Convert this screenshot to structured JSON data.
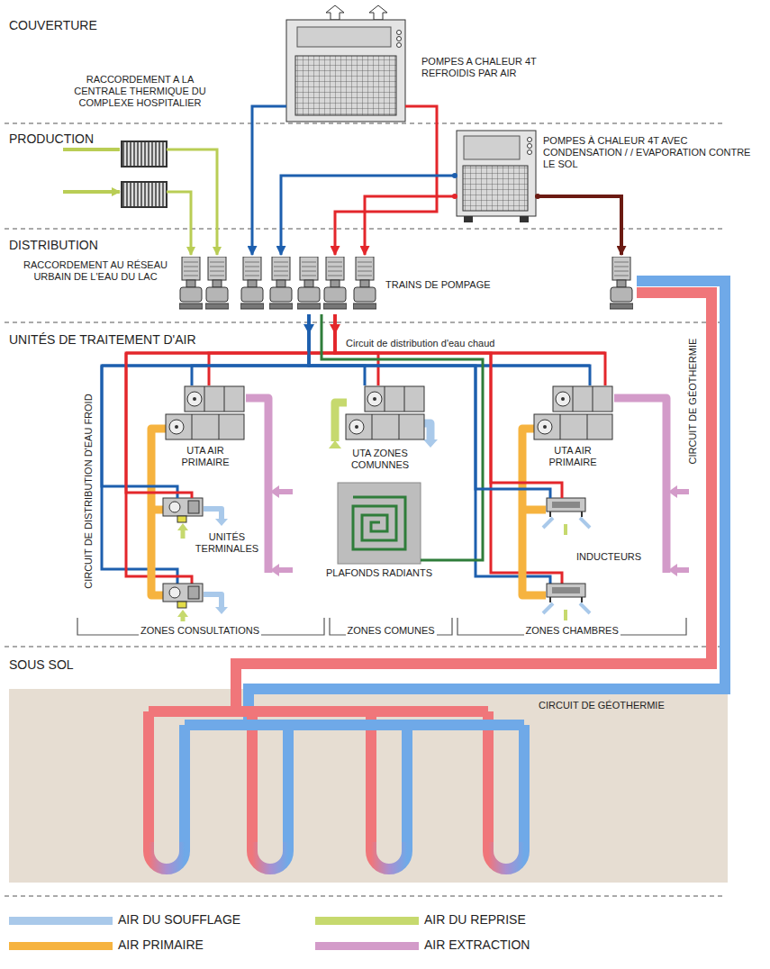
{
  "diagram": {
    "nodes": [
      {
        "text": [
          "POMPES A CHALEUR 4T REFROIDIS PAR AIR"
        ]
      },
      {
        "text": [
          "RACCORDEMENT A LA CENTRALE THERMIQUE DU COMPLEXE HOSPITALIER"
        ]
      },
      {
        "text": [
          "POMPES À CHALEUR 4T AVEC CONDENSATION / / EVAPORATION CONTRE LE SOL"
        ]
      },
      {
        "text": [
          "TRAINS DE POMPAGE"
        ]
      },
      {
        "text": [
          "UTA AIR PRIMAIRE"
        ]
      },
      {
        "text": [
          "UTA ZONES COMUNNES"
        ]
      },
      {
        "text": [
          "UTA AIR PRIMAIRE"
        ]
      },
      {
        "text": [
          "UNITÉS TERMINALES"
        ]
      },
      {
        "text": [
          "PLAFONDS RADIANTS"
        ]
      },
      {
        "text": [
          "INDUCTEURS"
        ]
      }
    ],
    "edges": [
      {
        "from": 1,
        "to": 3,
        "arrow": "to"
      },
      {
        "from": 1,
        "to": 3,
        "arrow": "to"
      },
      {
        "from": 0,
        "to": 3,
        "arrow": "to"
      },
      {
        "from": 0,
        "to": 3,
        "arrow": "to"
      },
      {
        "from": 2,
        "to": 3,
        "arrow": "to"
      },
      {
        "from": 2,
        "to": 3,
        "arrow": "to"
      },
      {
        "from": 3,
        "to": 4,
        "arrow": "none"
      },
      {
        "from": 3,
        "to": 4,
        "arrow": "none"
      },
      {
        "from": 3,
        "to": 5,
        "arrow": "none"
      },
      {
        "from": 3,
        "to": 5,
        "arrow": "none"
      },
      {
        "from": 3,
        "to": 6,
        "arrow": "none"
      },
      {
        "from": 3,
        "to": 6,
        "arrow": "none"
      },
      {
        "from": 3,
        "to": 7,
        "arrow": "none"
      },
      {
        "from": 3,
        "to": 7,
        "arrow": "none"
      },
      {
        "from": 3,
        "to": 8,
        "arrow": "none"
      },
      {
        "from": 3,
        "to": 9,
        "arrow": "none"
      },
      {
        "from": 3,
        "to": 9,
        "arrow": "none"
      }
    ],
    "labels": [
      "COUVERTURE",
      "PRODUCTION",
      "DISTRIBUTION",
      "UNITÉS DE TRAITEMENT D'AIR",
      "SOUS SOL",
      "RACCORDEMENT AU RÉSEAU URBAIN DE L'EAU DU LAC",
      "Circuit de distribution d'eau chaud",
      "CIRCUIT DE DISTRIBUTION D'EAU FROID",
      "CIRCUIT DE GÉOTHERMIE",
      "ZONES CONSULTATIONS",
      "ZONES COMUNES",
      "ZONES CHAMBRES",
      "CIRCUIT DE GÉOTHERMIE"
    ],
    "legend": [
      {
        "text": "AIR DU SOUFFLAGE",
        "color": "#a9c9ea"
      },
      {
        "text": "AIR PRIMAIRE",
        "color": "#f6b33f"
      },
      {
        "text": "AIR DU REPRISE",
        "color": "#c6d96e"
      },
      {
        "text": "AIR EXTRACTION",
        "color": "#d39bc9"
      }
    ]
  }
}
